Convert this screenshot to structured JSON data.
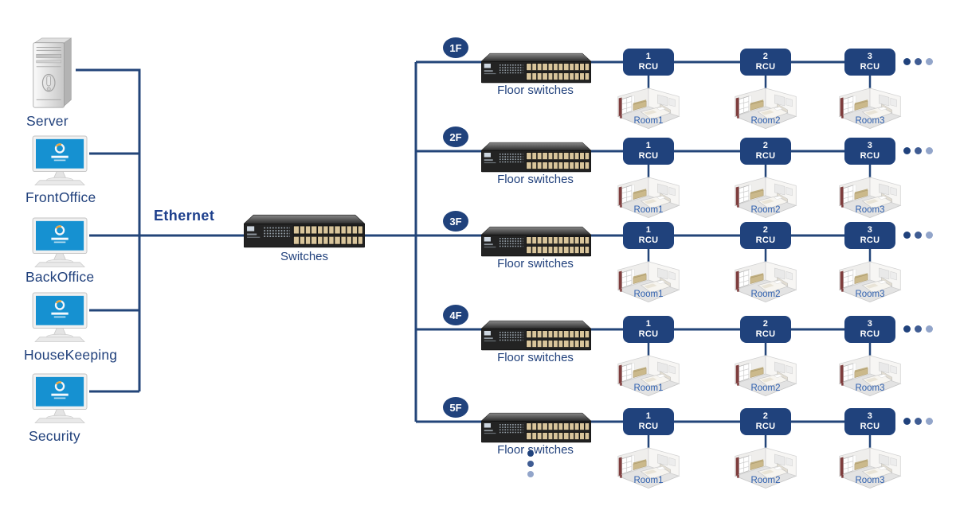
{
  "colors": {
    "accent_navy": "#20427c",
    "line_navy": "#234579",
    "screen_blue": "#1691d1",
    "room_label_blue": "#2e5fae"
  },
  "labels": {
    "ethernet": "Ethernet",
    "central_switch": "Switches",
    "floor_switches": "Floor switches"
  },
  "devices": [
    {
      "label": "Server",
      "icon": "server-tower-icon"
    },
    {
      "label": "FrontOffice",
      "icon": "monitor-icon"
    },
    {
      "label": "BackOffice",
      "icon": "monitor-icon"
    },
    {
      "label": "HouseKeeping",
      "icon": "monitor-icon"
    },
    {
      "label": "Security",
      "icon": "monitor-icon"
    }
  ],
  "floors": [
    {
      "badge": "1F",
      "rcus": [
        {
          "number": "1",
          "label": "RCU",
          "room": "Room1"
        },
        {
          "number": "2",
          "label": "RCU",
          "room": "Room2"
        },
        {
          "number": "3",
          "label": "RCU",
          "room": "Room3"
        }
      ]
    },
    {
      "badge": "2F",
      "rcus": [
        {
          "number": "1",
          "label": "RCU",
          "room": "Room1"
        },
        {
          "number": "2",
          "label": "RCU",
          "room": "Room2"
        },
        {
          "number": "3",
          "label": "RCU",
          "room": "Room3"
        }
      ]
    },
    {
      "badge": "3F",
      "rcus": [
        {
          "number": "1",
          "label": "RCU",
          "room": "Room1"
        },
        {
          "number": "2",
          "label": "RCU",
          "room": "Room2"
        },
        {
          "number": "3",
          "label": "RCU",
          "room": "Room3"
        }
      ]
    },
    {
      "badge": "4F",
      "rcus": [
        {
          "number": "1",
          "label": "RCU",
          "room": "Room1"
        },
        {
          "number": "2",
          "label": "RCU",
          "room": "Room2"
        },
        {
          "number": "3",
          "label": "RCU",
          "room": "Room3"
        }
      ]
    },
    {
      "badge": "5F",
      "rcus": [
        {
          "number": "1",
          "label": "RCU",
          "room": "Room1"
        },
        {
          "number": "2",
          "label": "RCU",
          "room": "Room2"
        },
        {
          "number": "3",
          "label": "RCU",
          "room": "Room3"
        }
      ]
    }
  ]
}
